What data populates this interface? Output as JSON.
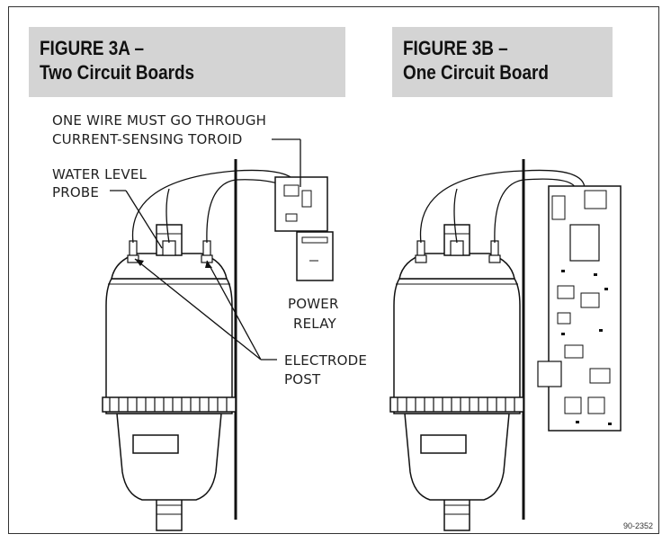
{
  "figure_a": {
    "title_line1": "FIGURE 3A –",
    "title_line2": "Two Circuit Boards",
    "toroid_line1": "ONE WIRE MUST GO THROUGH",
    "toroid_line2": "CURRENT-SENSING TOROID",
    "probe_line1": "WATER LEVEL",
    "probe_line2": "PROBE",
    "relay_line1": "POWER",
    "relay_line2": "RELAY",
    "electrode_line1": "ELECTRODE",
    "electrode_line2": "POST"
  },
  "figure_b": {
    "title_line1": "FIGURE 3B –",
    "title_line2": "One Circuit Board"
  },
  "drawing_code": "90-2352"
}
